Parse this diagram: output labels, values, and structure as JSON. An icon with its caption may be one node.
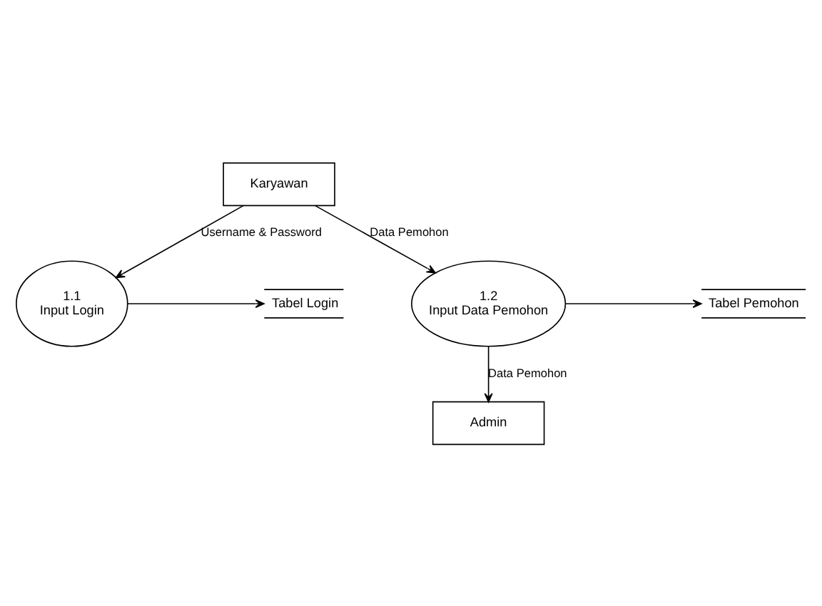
{
  "diagram": {
    "nodes": [
      {
        "text": [
          "Karyawan"
        ]
      },
      {
        "text": [
          "1.1",
          "Input Login"
        ]
      },
      {
        "text": [
          "Tabel Login"
        ]
      },
      {
        "text": [
          "1.2",
          "Input Data Pemohon"
        ]
      },
      {
        "text": [
          "Tabel Pemohon"
        ]
      },
      {
        "text": [
          "Admin"
        ]
      }
    ],
    "edges": [
      {
        "from": 0,
        "to": 1,
        "arrow": "to",
        "label": "Username & Password"
      },
      {
        "from": 0,
        "to": 3,
        "arrow": "to",
        "label": "Data Pemohon"
      },
      {
        "from": 1,
        "to": 2,
        "arrow": "to"
      },
      {
        "from": 3,
        "to": 4,
        "arrow": "to"
      },
      {
        "from": 3,
        "to": 5,
        "arrow": "to",
        "label": "Data Pemohon"
      }
    ]
  }
}
